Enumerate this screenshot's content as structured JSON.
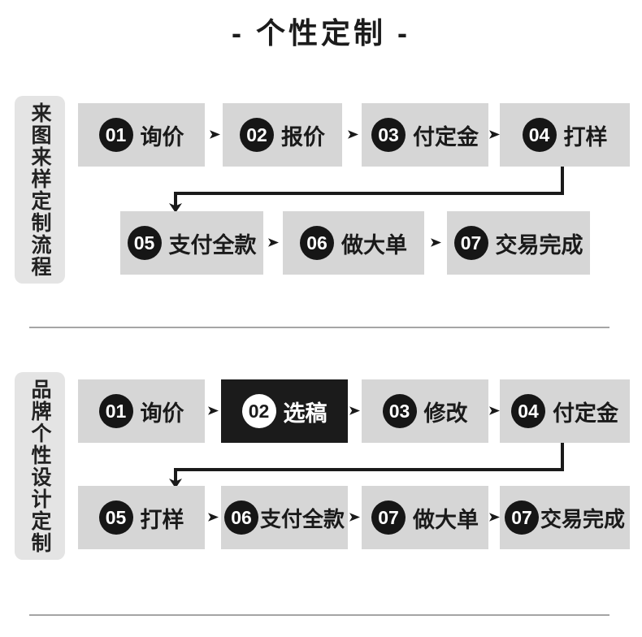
{
  "title": "- 个性定制 -",
  "colors": {
    "step_bg": "#d6d6d6",
    "step_highlight_bg": "#1b1b1b",
    "badge_bg": "#161616",
    "badge_text": "#ffffff",
    "sidebar_bg": "#e4e4e4",
    "text": "#1a1a1a",
    "divider": "#a5a5a5"
  },
  "sections": [
    {
      "label": "来图来样定制流程",
      "rows": [
        {
          "steps": [
            {
              "num": "01",
              "label": "询价"
            },
            {
              "num": "02",
              "label": "报价"
            },
            {
              "num": "03",
              "label": "付定金"
            },
            {
              "num": "04",
              "label": "打样"
            }
          ]
        },
        {
          "steps": [
            {
              "num": "05",
              "label": "支付全款"
            },
            {
              "num": "06",
              "label": "做大单"
            },
            {
              "num": "07",
              "label": "交易完成"
            }
          ]
        }
      ]
    },
    {
      "label": "品牌个性设计定制",
      "rows": [
        {
          "steps": [
            {
              "num": "01",
              "label": "询价"
            },
            {
              "num": "02",
              "label": "选稿",
              "highlighted": true
            },
            {
              "num": "03",
              "label": "修改"
            },
            {
              "num": "04",
              "label": "付定金"
            }
          ]
        },
        {
          "steps": [
            {
              "num": "05",
              "label": "打样"
            },
            {
              "num": "06",
              "label": "支付全款"
            },
            {
              "num": "07",
              "label": "做大单"
            },
            {
              "num": "07",
              "label": "交易完成"
            }
          ]
        }
      ]
    }
  ]
}
